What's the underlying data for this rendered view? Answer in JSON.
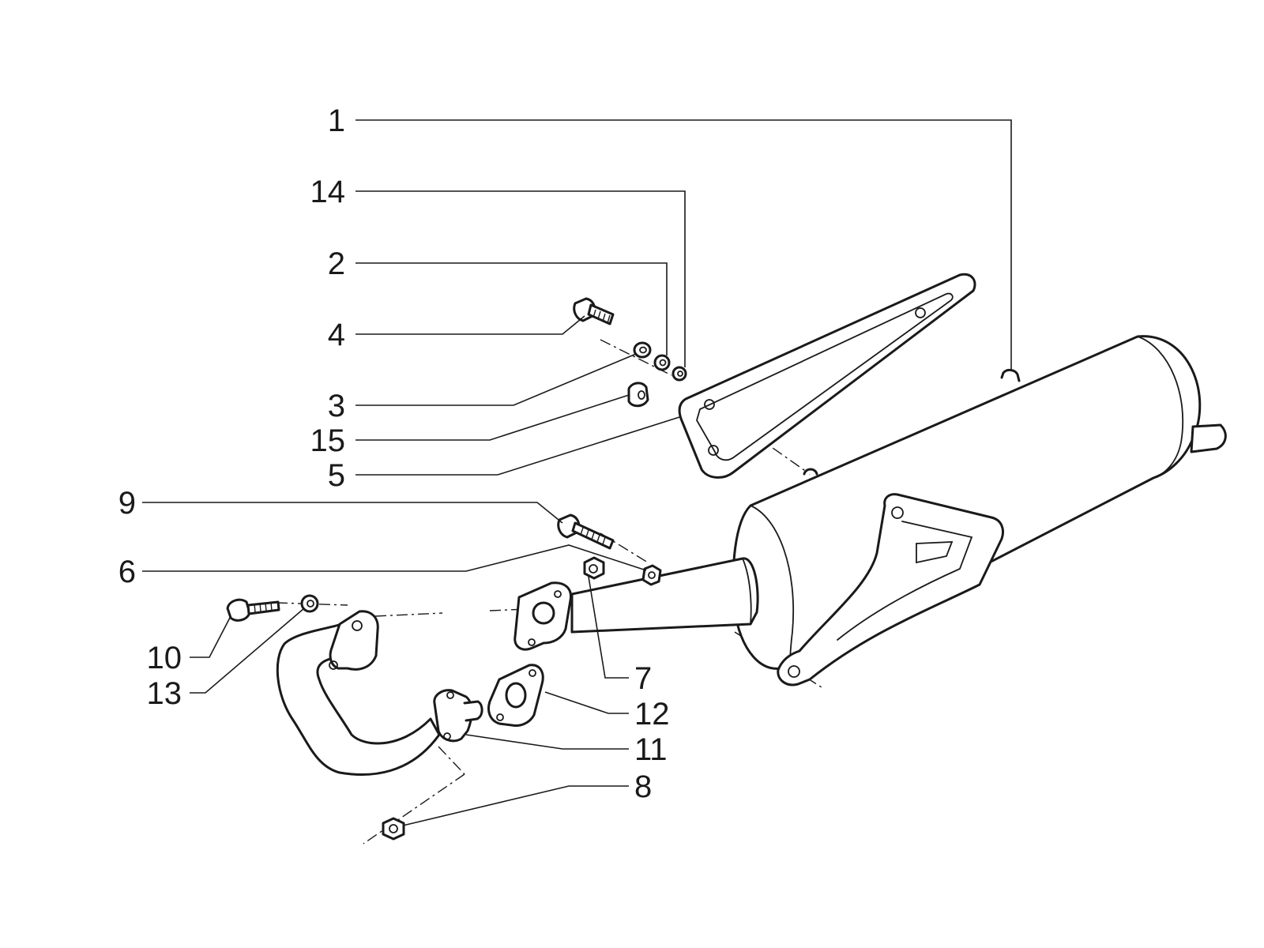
{
  "diagram": {
    "type": "exploded-parts-view",
    "callouts": [
      {
        "id": "c1",
        "label": "1"
      },
      {
        "id": "c14",
        "label": "14"
      },
      {
        "id": "c2",
        "label": "2"
      },
      {
        "id": "c4",
        "label": "4"
      },
      {
        "id": "c3",
        "label": "3"
      },
      {
        "id": "c15",
        "label": "15"
      },
      {
        "id": "c5",
        "label": "5"
      },
      {
        "id": "c9",
        "label": "9"
      },
      {
        "id": "c6",
        "label": "6"
      },
      {
        "id": "c10",
        "label": "10"
      },
      {
        "id": "c13",
        "label": "13"
      },
      {
        "id": "c7",
        "label": "7"
      },
      {
        "id": "c12",
        "label": "12"
      },
      {
        "id": "c11",
        "label": "11"
      },
      {
        "id": "c8",
        "label": "8"
      }
    ],
    "colors": {
      "ink": "#1a1a1a",
      "paper": "#ffffff"
    }
  }
}
